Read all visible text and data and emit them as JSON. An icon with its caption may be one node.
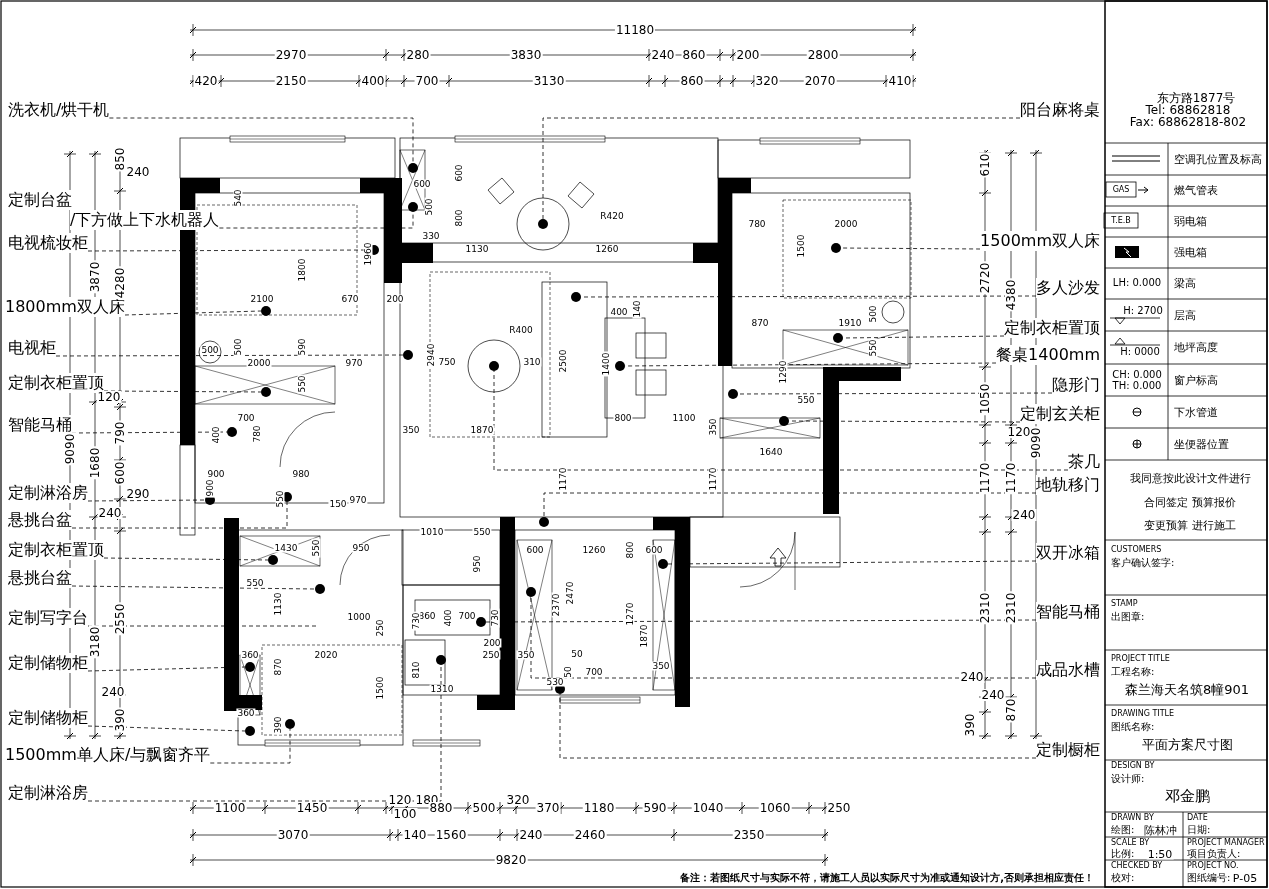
{
  "diagram": {
    "nodes": [
      {
        "text": [
          "洗衣机/烘干机"
        ]
      },
      {
        "text": [
          "定制台盆",
          "/下方做上下水机器人"
        ]
      },
      {
        "text": [
          "电视梳妆柜"
        ]
      },
      {
        "text": [
          "1800mm双人床"
        ]
      },
      {
        "text": [
          "电视柜"
        ]
      },
      {
        "text": [
          "定制衣柜置顶"
        ]
      },
      {
        "text": [
          "智能马桶"
        ]
      },
      {
        "text": [
          "定制淋浴房"
        ]
      },
      {
        "text": [
          "悬挑台盆"
        ]
      },
      {
        "text": [
          "定制衣柜置顶"
        ]
      },
      {
        "text": [
          "悬挑台盆"
        ]
      },
      {
        "text": [
          "定制写字台"
        ]
      },
      {
        "text": [
          "定制储物柜"
        ]
      },
      {
        "text": [
          "定制储物柜"
        ]
      },
      {
        "text": [
          "1500mm单人床/与飘窗齐平"
        ]
      },
      {
        "text": [
          "定制淋浴房"
        ]
      },
      {
        "text": [
          "阳台麻将桌"
        ]
      },
      {
        "text": [
          "1500mm双人床"
        ]
      },
      {
        "text": [
          "多人沙发"
        ]
      },
      {
        "text": [
          "定制衣柜置顶"
        ]
      },
      {
        "text": [
          "餐桌1400mm"
        ]
      },
      {
        "text": [
          "隐形门"
        ]
      },
      {
        "text": [
          "定制玄关柜"
        ]
      },
      {
        "text": [
          "茶几"
        ]
      },
      {
        "text": [
          "地轨移门"
        ]
      },
      {
        "text": [
          "双开冰箱"
        ]
      },
      {
        "text": [
          "智能马桶"
        ]
      },
      {
        "text": [
          "成品水槽"
        ]
      },
      {
        "text": [
          "定制橱柜"
        ]
      },
      {
        "text": [],
        "shape": "circle"
      },
      {
        "text": [],
        "shape": "circle"
      },
      {
        "text": [],
        "shape": "circle"
      },
      {
        "text": [],
        "shape": "circle"
      },
      {
        "text": [],
        "shape": "circle"
      },
      {
        "text": [],
        "shape": "circle"
      },
      {
        "text": [],
        "shape": "circle"
      },
      {
        "text": [],
        "shape": "circle"
      },
      {
        "text": [],
        "shape": "circle"
      },
      {
        "text": [],
        "shape": "circle"
      },
      {
        "text": [],
        "shape": "circle"
      },
      {
        "text": [],
        "shape": "circle"
      },
      {
        "text": [],
        "shape": "circle"
      },
      {
        "text": [],
        "shape": "circle"
      },
      {
        "text": [],
        "shape": "circle"
      },
      {
        "text": [],
        "shape": "circle"
      },
      {
        "text": [],
        "shape": "circle"
      },
      {
        "text": [],
        "shape": "circle"
      },
      {
        "text": [],
        "shape": "circle"
      },
      {
        "text": [],
        "shape": "circle"
      },
      {
        "text": [],
        "shape": "circle"
      },
      {
        "text": [],
        "shape": "circle"
      },
      {
        "text": [],
        "shape": "circle"
      },
      {
        "text": [],
        "shape": "circle"
      },
      {
        "text": [],
        "shape": "circle"
      },
      {
        "text": [],
        "shape": "circle"
      },
      {
        "text": [],
        "shape": "circle"
      },
      {
        "text": [],
        "shape": "circle"
      }
    ],
    "edges": [
      {
        "from": 0,
        "to": 29,
        "arrow": "none",
        "style": "dashed"
      },
      {
        "from": 1,
        "to": 30,
        "arrow": "none",
        "style": "dashed"
      },
      {
        "from": 2,
        "to": 33,
        "arrow": "none",
        "style": "dashed"
      },
      {
        "from": 3,
        "to": 35,
        "arrow": "none",
        "style": "dashed"
      },
      {
        "from": 4,
        "to": 37,
        "arrow": "none",
        "style": "dashed"
      },
      {
        "from": 5,
        "to": 40,
        "arrow": "none",
        "style": "dashed"
      },
      {
        "from": 6,
        "to": 43,
        "arrow": "none",
        "style": "dashed"
      },
      {
        "from": 7,
        "to": 45,
        "arrow": "none",
        "style": "dashed"
      },
      {
        "from": 8,
        "to": 44,
        "arrow": "none",
        "style": "dashed"
      },
      {
        "from": 9,
        "to": 47,
        "arrow": "none",
        "style": "dashed"
      },
      {
        "from": 10,
        "to": 51,
        "arrow": "none",
        "style": "dashed"
      },
      {
        "from": 11,
        "to": null,
        "arrow": "none",
        "style": "dashed"
      },
      {
        "from": 12,
        "to": 53,
        "arrow": "none",
        "style": "dashed"
      },
      {
        "from": 13,
        "to": 55,
        "arrow": "none",
        "style": "dashed"
      },
      {
        "from": 14,
        "to": 56,
        "arrow": "none",
        "style": "dashed"
      },
      {
        "from": 15,
        "to": 52,
        "arrow": "none",
        "style": "dashed"
      },
      {
        "from": 16,
        "to": 31,
        "arrow": "none",
        "style": "dashed"
      },
      {
        "from": 17,
        "to": 32,
        "arrow": "none",
        "style": "dashed"
      },
      {
        "from": 18,
        "to": 34,
        "arrow": "none",
        "style": "dashed"
      },
      {
        "from": 19,
        "to": 36,
        "arrow": "none",
        "style": "dashed"
      },
      {
        "from": 20,
        "to": 39,
        "arrow": "none",
        "style": "dashed"
      },
      {
        "from": 21,
        "to": 41,
        "arrow": "none",
        "style": "dashed"
      },
      {
        "from": 22,
        "to": 42,
        "arrow": "none",
        "style": "dashed"
      },
      {
        "from": 23,
        "to": 38,
        "arrow": "none",
        "style": "dashed"
      },
      {
        "from": 24,
        "to": 46,
        "arrow": "none",
        "style": "dashed"
      },
      {
        "from": 25,
        "to": 48,
        "arrow": "none",
        "style": "dashed"
      },
      {
        "from": 26,
        "to": 50,
        "arrow": "none",
        "style": "dashed"
      },
      {
        "from": 27,
        "to": 49,
        "arrow": "none",
        "style": "dashed"
      },
      {
        "from": 28,
        "to": 54,
        "arrow": "none",
        "style": "dashed"
      }
    ],
    "labels": [
      "11180",
      "2970",
      "280",
      "3830",
      "240",
      "860",
      "200",
      "2800",
      "420",
      "2150",
      "400",
      "700",
      "3130",
      "860",
      "320",
      "2070",
      "410",
      "850",
      "240",
      "3870",
      "4280",
      "120",
      "790",
      "9090",
      "1680",
      "600",
      "290",
      "240",
      "2550",
      "3180",
      "240",
      "390",
      "540",
      "1960",
      "1800",
      "2100",
      "670",
      "200",
      "500",
      "500",
      "590",
      "2000",
      "970",
      "550",
      "700",
      "400",
      "780",
      "900",
      "980",
      "900",
      "550",
      "150",
      "970",
      "1430",
      "550",
      "950",
      "550",
      "1130",
      "1000",
      "250",
      "360",
      "2020",
      "870",
      "1500",
      "360",
      "390",
      "600",
      "600",
      "800",
      "500",
      "330",
      "1130",
      "1260",
      "R420",
      "2940",
      "750",
      "R400",
      "310",
      "2500",
      "400",
      "140",
      "1400",
      "800",
      "1100",
      "350",
      "1870",
      "1170",
      "1170",
      "350",
      "1640",
      "780",
      "2000",
      "1500",
      "870",
      "1910",
      "500",
      "550",
      "1290",
      "550",
      "1010",
      "550",
      "950",
      "600",
      "1260",
      "800",
      "600",
      "2370",
      "2470",
      "1270",
      "1870",
      "350",
      "50",
      "50",
      "700",
      "530",
      "350",
      "860",
      "400",
      "700",
      "730",
      "730",
      "200",
      "250",
      "810",
      "1310",
      "610",
      "2720",
      "4380",
      "1050",
      "120",
      "9090",
      "1170",
      "1170",
      "240",
      "2310",
      "2310",
      "240",
      "240",
      "870",
      "390",
      "1100",
      "1450",
      "120",
      "180",
      "100",
      "880",
      "500",
      "320",
      "370",
      "1180",
      "590",
      "1040",
      "1060",
      "250",
      "3070",
      "140",
      "1560",
      "240",
      "2460",
      "2350",
      "9820",
      "备注：若图纸尺寸与实际不符，请施工人员以实际尺寸为准或通知设计方,否则承担相应责任！",
      "东方路1877号",
      "Tel: 68862818",
      "Fax: 68862818-802",
      "GAS",
      "T.E.B",
      "LH: 0.000",
      "H: 2700",
      "H: 0000",
      "CH: 0.000",
      "TH: 0.000",
      "我同意按此设计文件进行",
      "合同签定 预算报价",
      "变更预算 进行施工",
      "CUSTOMERS",
      "客户确认签字:",
      "STAMP",
      "出图章:",
      "PROJECT TITLE",
      "工程名称:",
      "森兰海天名筑8幢901",
      "DRAWING TITLE",
      "图纸名称:",
      "平面方案尺寸图",
      "DESIGN BY",
      "设计师:",
      "邓金鹏",
      "DRAWN BY",
      "DATE",
      "绘图:",
      "陈林冲",
      "日期:",
      "SCALE BY",
      "PROJECT MANAGER",
      "比例:",
      "1:50",
      "项目负责人:",
      "CHECKED BY",
      "PROJECT NO.",
      "校对:",
      "图纸编号:",
      "P-05"
    ],
    "legend": [
      {
        "text": "空调孔位置及标高"
      },
      {
        "text": "燃气管表"
      },
      {
        "text": "弱电箱"
      },
      {
        "text": "强电箱"
      },
      {
        "text": "梁高"
      },
      {
        "text": "层高"
      },
      {
        "text": "地坪高度"
      },
      {
        "text": "窗户标高"
      },
      {
        "text": "下水管道"
      },
      {
        "text": "坐便器位置"
      }
    ]
  }
}
